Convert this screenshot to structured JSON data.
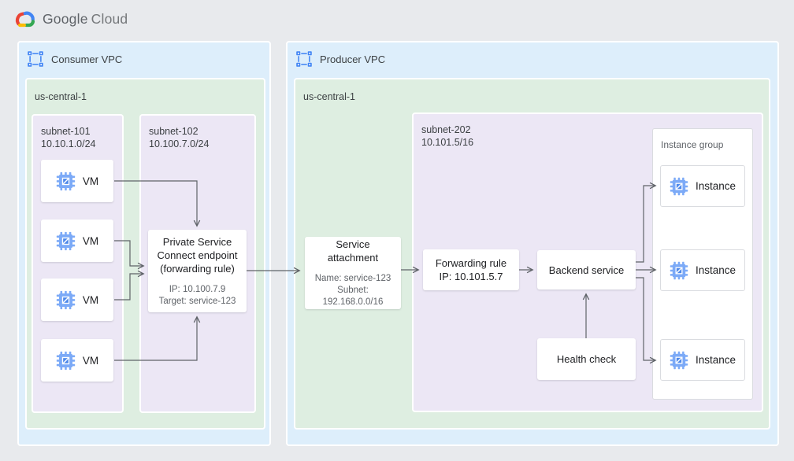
{
  "colors": {
    "page_bg": "#e8eaed",
    "vpc_bg": "#ddeefb",
    "region_bg": "#deeee1",
    "subnet_bg": "#ece7f5",
    "node_border": "#dadce0",
    "arrow": "#5f6368",
    "accent_blue": "#4285f4",
    "text_primary": "#202124",
    "text_secondary": "#5f6368",
    "logo_red": "#EA4335",
    "logo_blue": "#4285F4",
    "logo_green": "#34A853",
    "logo_yellow": "#FBBC05"
  },
  "logo": {
    "primary": "Google",
    "secondary": "Cloud"
  },
  "consumer": {
    "vpc_label": "Consumer VPC",
    "region_label": "us-central-1",
    "subnet101": {
      "name": "subnet-101",
      "cidr": "10.10.1.0/24",
      "vms": [
        "VM",
        "VM",
        "VM",
        "VM"
      ]
    },
    "subnet102": {
      "name": "subnet-102",
      "cidr": "10.100.7.0/24"
    },
    "psc_endpoint": {
      "title": "Private Service Connect endpoint (forwarding rule)",
      "ip": "IP: 10.100.7.9",
      "target": "Target: service-123"
    }
  },
  "producer": {
    "vpc_label": "Producer VPC",
    "region_label": "us-central-1",
    "service_attachment": {
      "title": "Service attachment",
      "name": "Name: service-123",
      "subnet": "Subnet: 192.168.0.0/16"
    },
    "subnet202": {
      "name": "subnet-202",
      "cidr": "10.101.5/16"
    },
    "forwarding_rule": {
      "title": "Forwarding rule",
      "ip": "IP: 10.101.5.7"
    },
    "backend_service": "Backend service",
    "health_check": "Health check",
    "instance_group": {
      "label": "Instance group",
      "instances": [
        "Instance",
        "Instance",
        "Instance"
      ]
    }
  }
}
